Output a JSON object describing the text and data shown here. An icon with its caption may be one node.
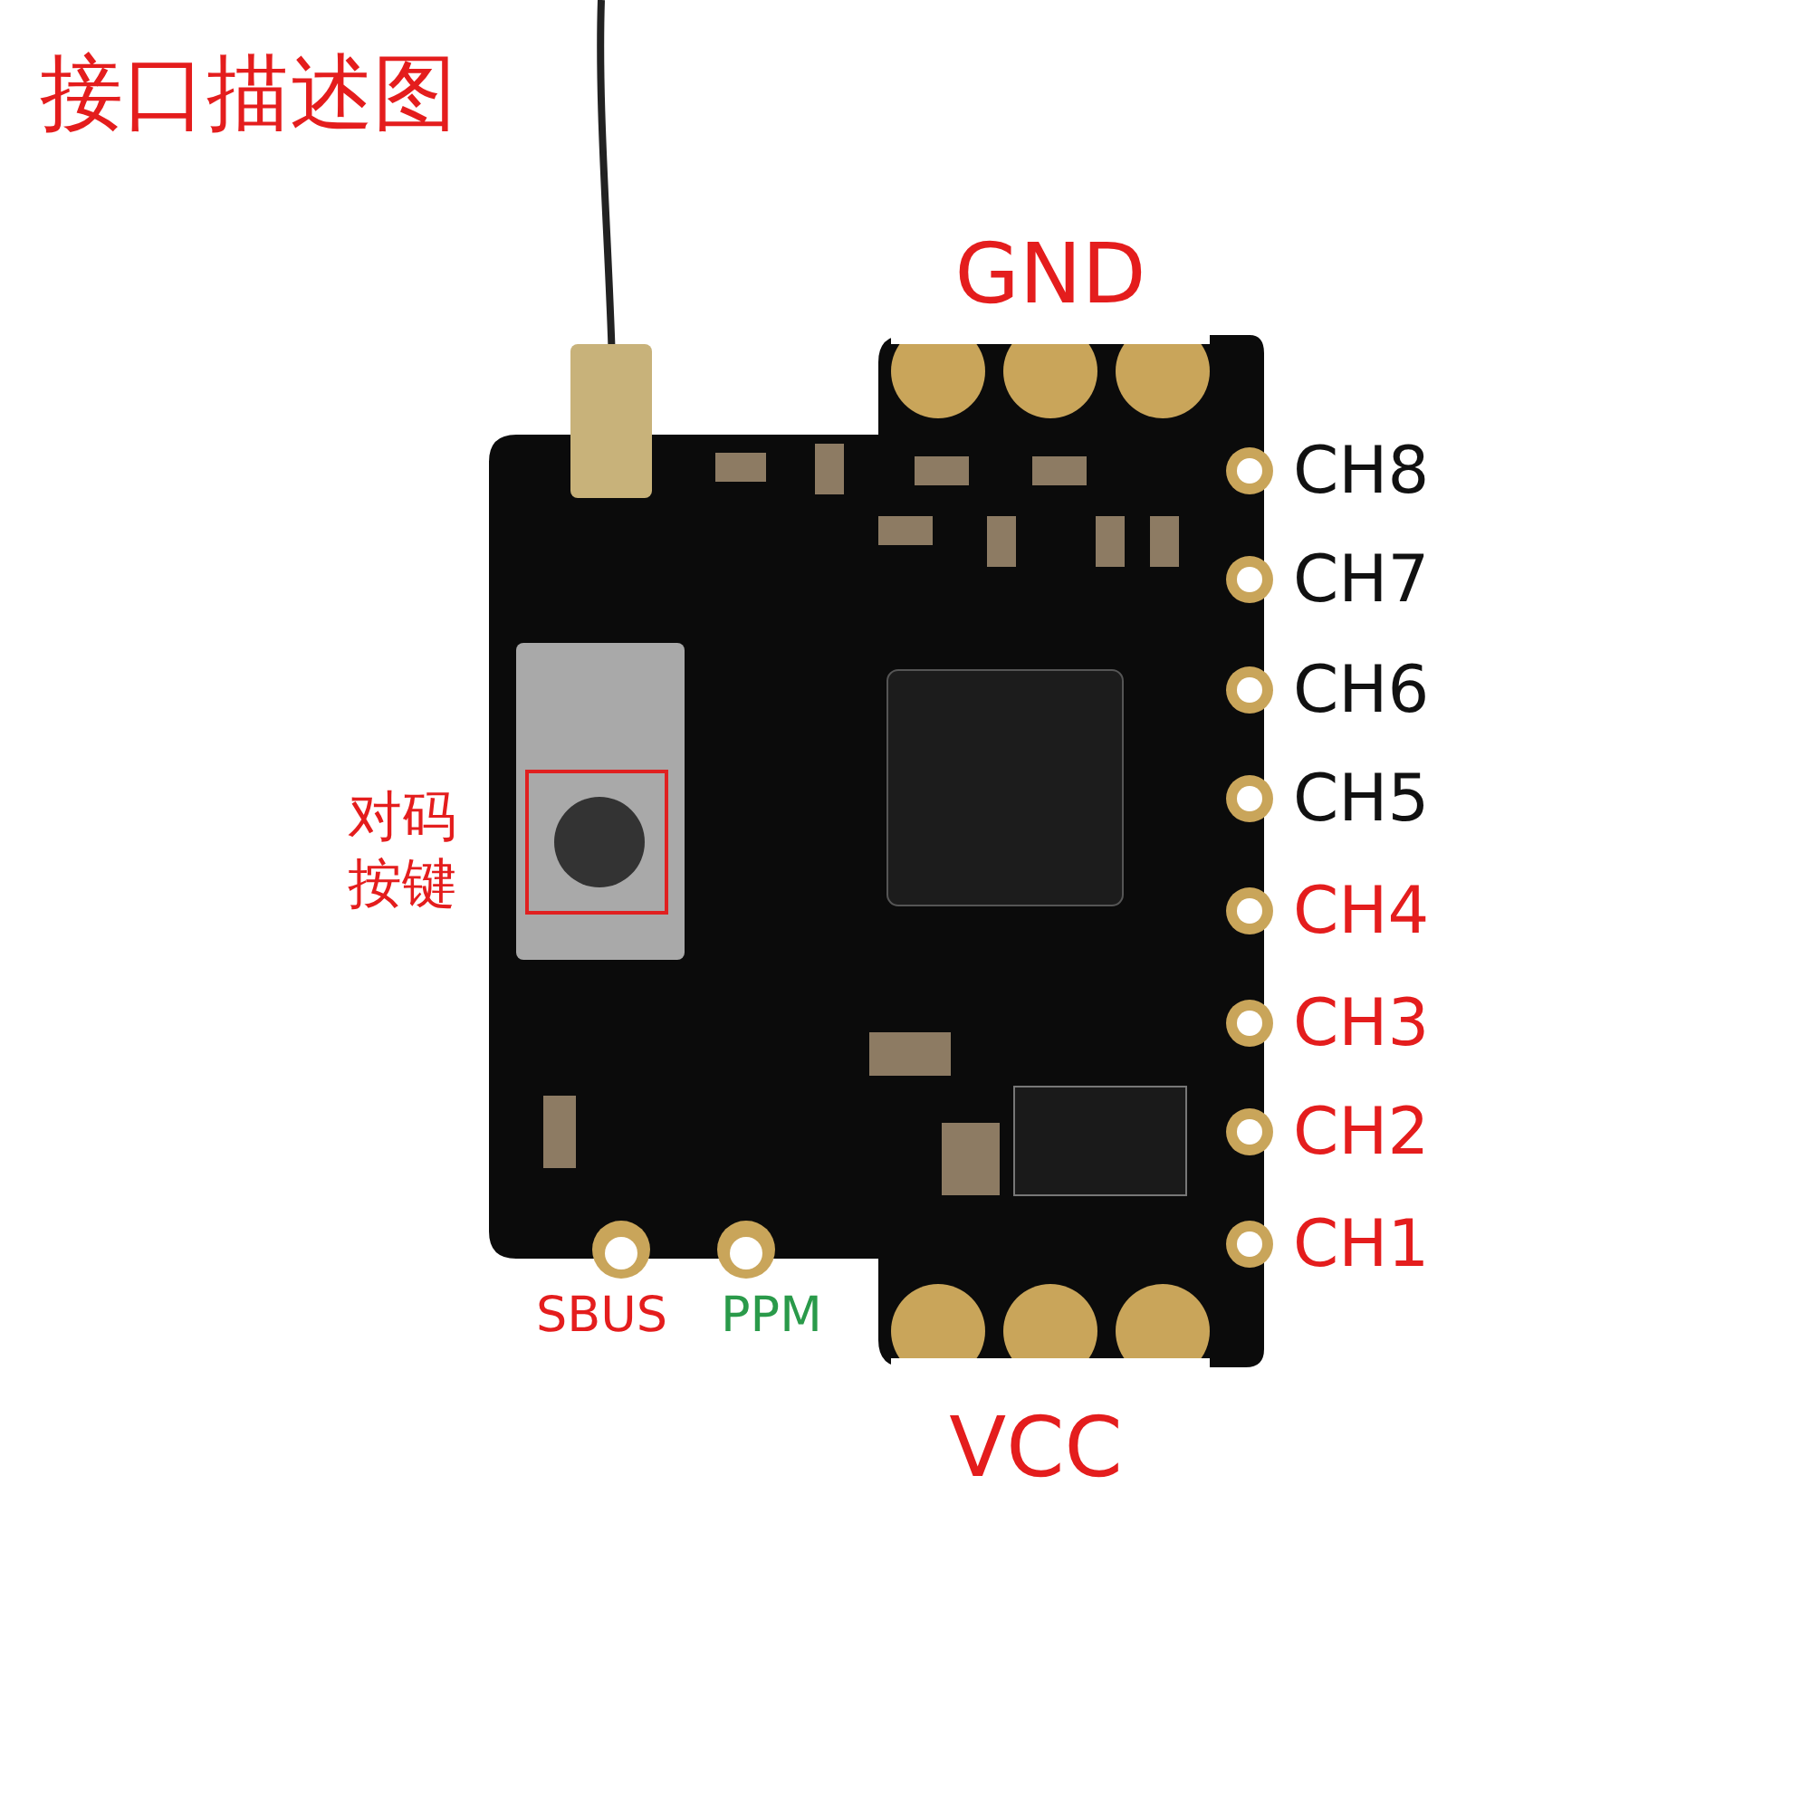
{
  "diagram": {
    "title": "接口描述图",
    "labels": [
      "GND",
      "CH8",
      "CH7",
      "CH6",
      "CH5",
      "对码按键",
      "CH4",
      "CH3",
      "CH2",
      "CH1",
      "SBUS",
      "PPM",
      "VCC"
    ]
  }
}
